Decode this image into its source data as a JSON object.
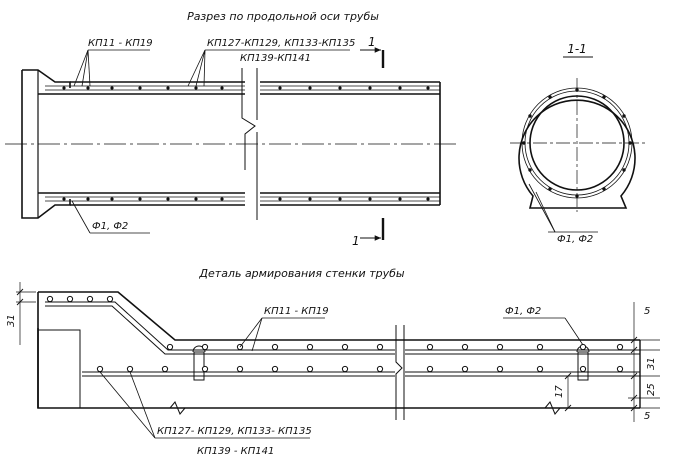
{
  "section_title": "Разрез по продольной оси трубы",
  "detail_title": "Деталь армирования стенки трубы",
  "section_marker_label": "1",
  "cut_view_label": "1-1",
  "labels": {
    "kp11_19_top": "КП11 - КП19",
    "kp127_line1": "КП127-КП129, КП133-КП135",
    "kp127_line2": "КП139-КП141",
    "f1f2_section": "Ф1, Ф2",
    "f1f2_cut": "Ф1, Ф2",
    "kp11_19_detail": "КП11 - КП19",
    "f1f2_detail": "Ф1, Ф2",
    "kp127_detail_line1": "КП127- КП129, КП133- КП135",
    "kp127_detail_line2": "КП139 - КП141"
  },
  "dimensions": {
    "left_31": "31",
    "right_5_top": "5",
    "right_31": "31",
    "right_25": "25",
    "right_5_bottom": "5",
    "inner_17": "17"
  }
}
